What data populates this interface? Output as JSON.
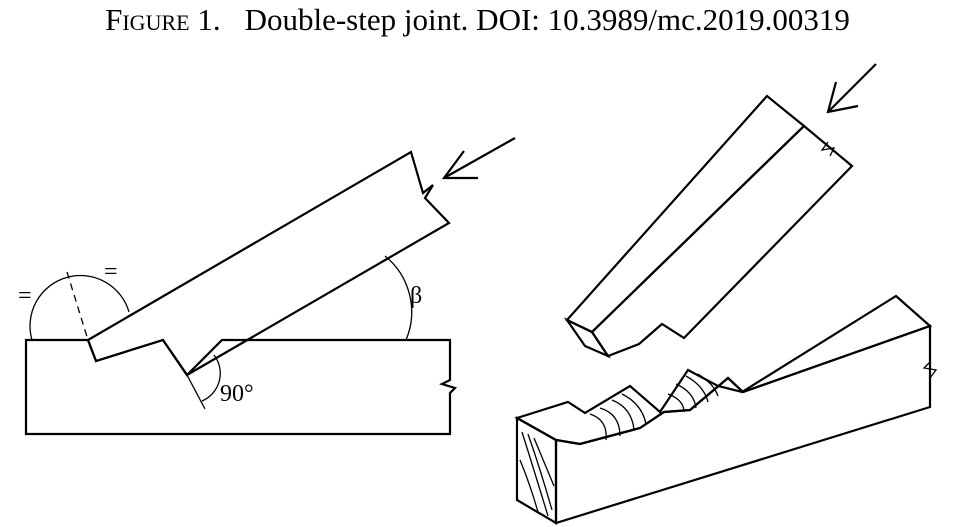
{
  "caption": {
    "label": "Figure 1.",
    "text": "Double-step joint. DOI: 10.3989/mc.2019.00319"
  },
  "annotations": {
    "equal_left": "=",
    "equal_top": "=",
    "beta": "β",
    "right_angle": "90°"
  },
  "colors": {
    "rafter_fill": "#a6a6a6",
    "beam_fill": "#d9d9d9",
    "line": "#000000",
    "background": "#ffffff"
  }
}
